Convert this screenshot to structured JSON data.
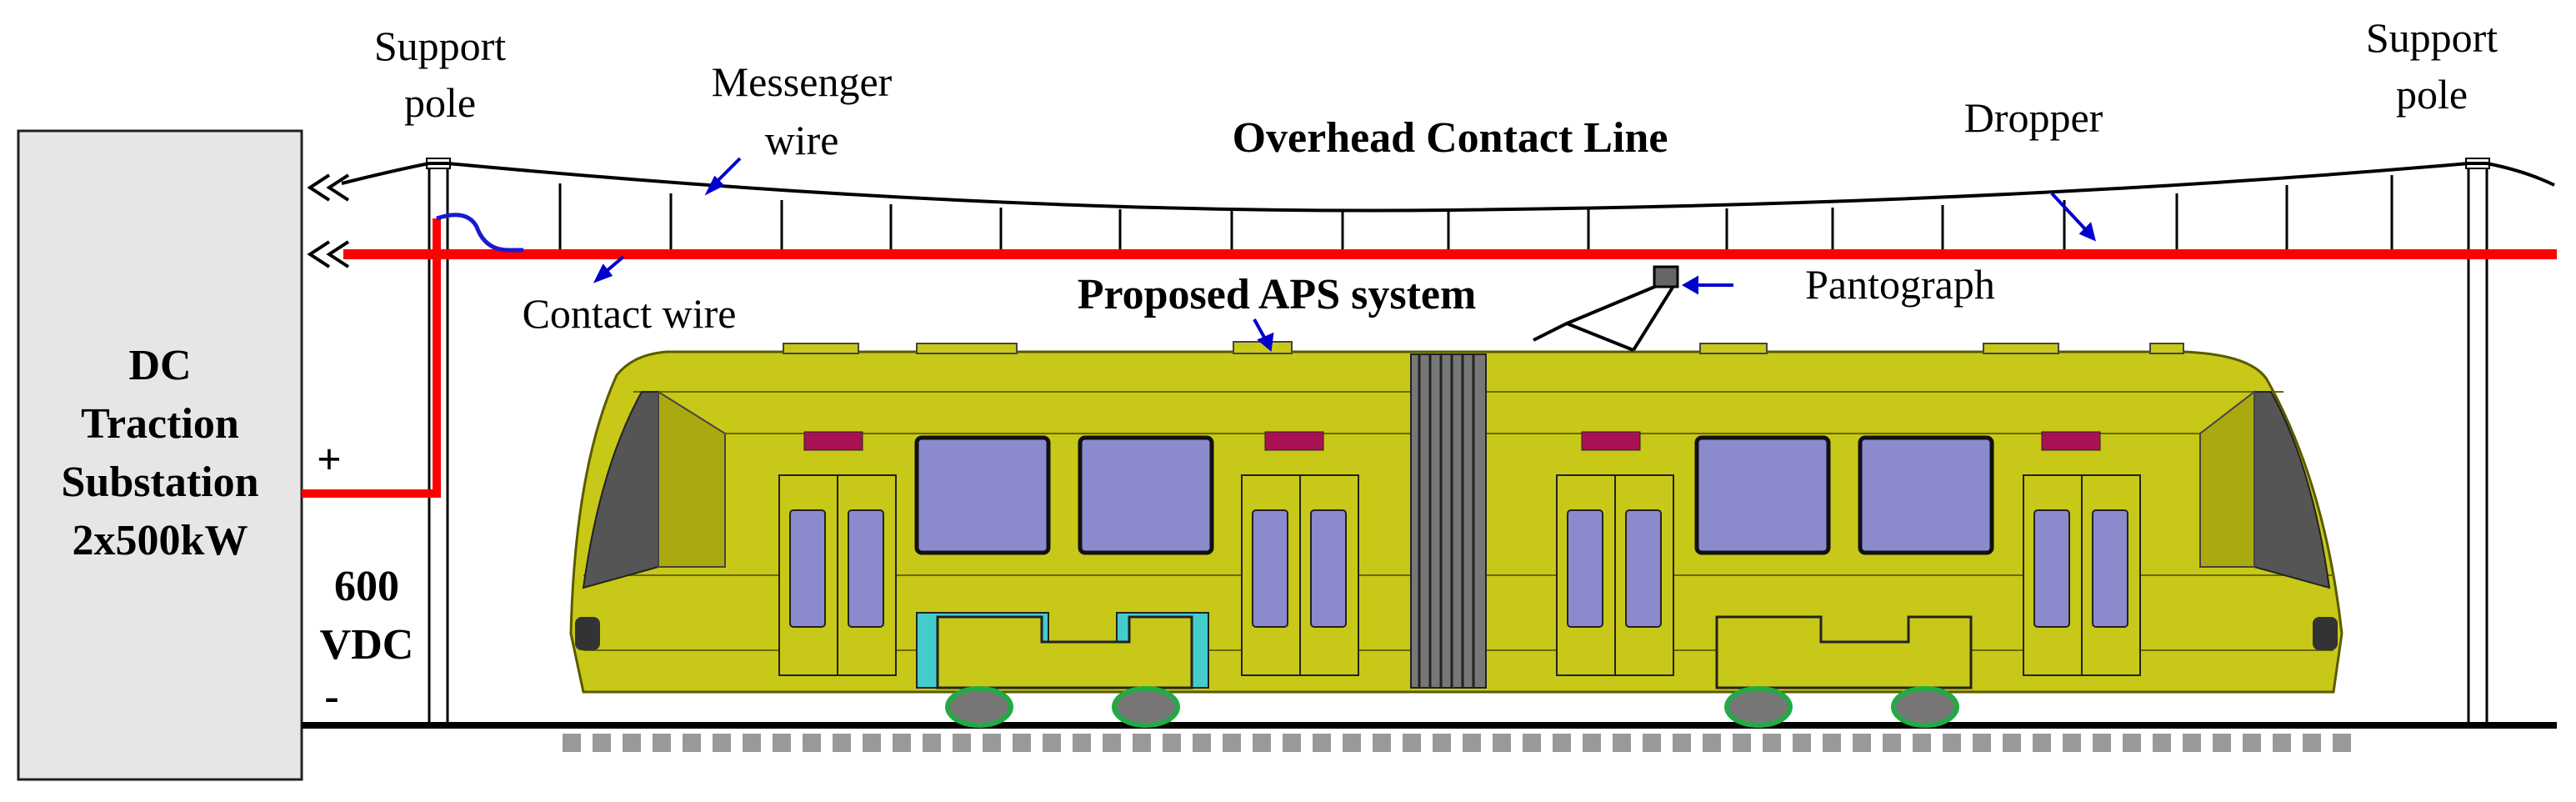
{
  "labels": {
    "support_pole_left": [
      "Support",
      "pole"
    ],
    "support_pole_right": [
      "Support",
      "pole"
    ],
    "messenger_wire": [
      "Messenger",
      "wire"
    ],
    "overhead_contact_line": "Overhead Contact Line",
    "dropper": "Dropper",
    "contact_wire": "Contact wire",
    "proposed_aps": "Proposed APS system",
    "pantograph": "Pantograph",
    "substation": [
      "DC",
      "Traction",
      "Substation",
      "2x500kW"
    ],
    "plus": "+",
    "voltage": [
      "600",
      "VDC"
    ],
    "minus": "-"
  },
  "colors": {
    "contact_wire": "#ff0000",
    "arrow": "#0000cc",
    "tram_body": "#c8c818",
    "tram_dark": "#9a9a10",
    "window": "#8a8acc",
    "door_panel": "#8a8acc",
    "cyan_panel": "#44cccc",
    "wheel_green": "#22aa44",
    "sleeper": "#999999"
  }
}
